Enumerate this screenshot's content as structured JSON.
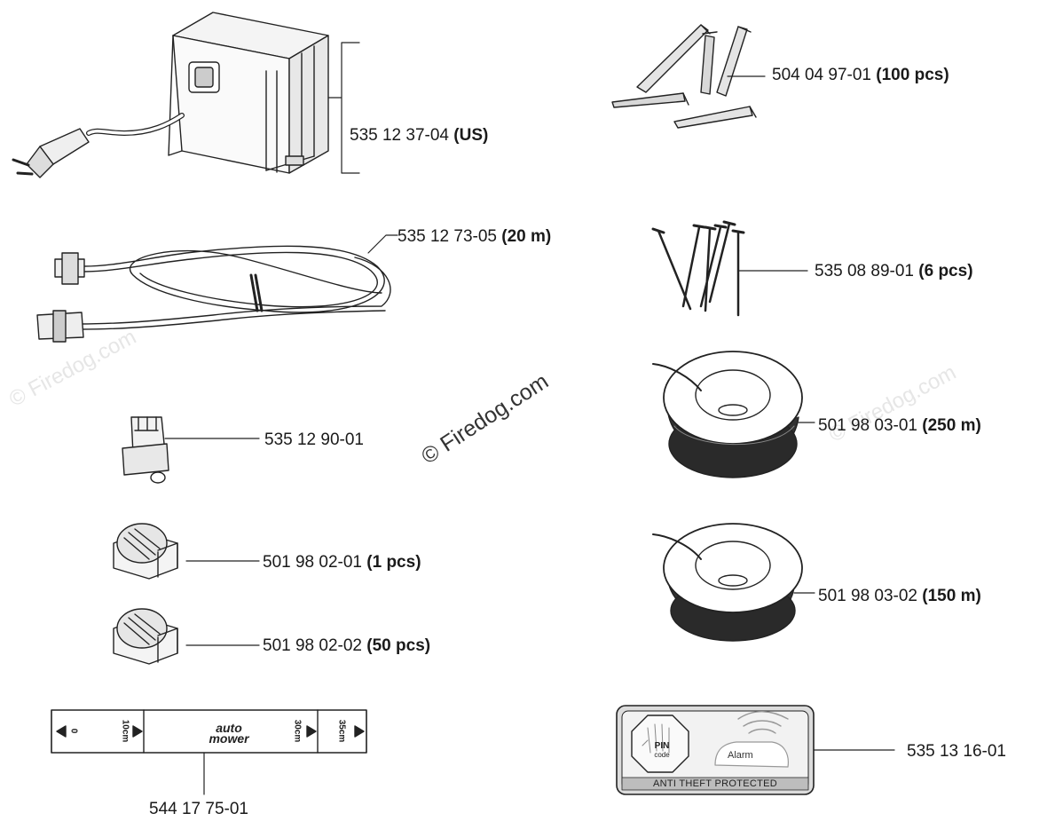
{
  "watermark": {
    "main": "© Firedog.com",
    "faint": "© Firedog.com"
  },
  "parts": [
    {
      "id": "charger",
      "number": "535 12 37-04",
      "qualifier": "(US)"
    },
    {
      "id": "cable",
      "number": "535 12 73-05",
      "qualifier": "(20 m)"
    },
    {
      "id": "clip",
      "number": "535 12 90-01",
      "qualifier": ""
    },
    {
      "id": "connector-1",
      "number": "501 98 02-01",
      "qualifier": "(1 pcs)"
    },
    {
      "id": "connector-50",
      "number": "501 98 02-02",
      "qualifier": "(50 pcs)"
    },
    {
      "id": "measure",
      "number": "544 17 75-01",
      "qualifier": ""
    },
    {
      "id": "pegs",
      "number": "504 04 97-01",
      "qualifier": "(100 pcs)"
    },
    {
      "id": "nails",
      "number": "535 08 89-01",
      "qualifier": "(6 pcs)"
    },
    {
      "id": "wire-250",
      "number": "501 98 03-01",
      "qualifier": "(250 m)"
    },
    {
      "id": "wire-150",
      "number": "501 98 03-02",
      "qualifier": "(150 m)"
    },
    {
      "id": "decal",
      "number": "535 13 16-01",
      "qualifier": ""
    }
  ],
  "measure_strip": {
    "brand_line1": "auto",
    "brand_line2": "mower",
    "mark_0": "0",
    "mark_10": "10cm",
    "mark_30": "30cm",
    "mark_35": "35cm"
  },
  "decal": {
    "pin_line1": "PIN",
    "pin_line2": "code",
    "alarm": "Alarm",
    "banner": "ANTI THEFT PROTECTED"
  }
}
